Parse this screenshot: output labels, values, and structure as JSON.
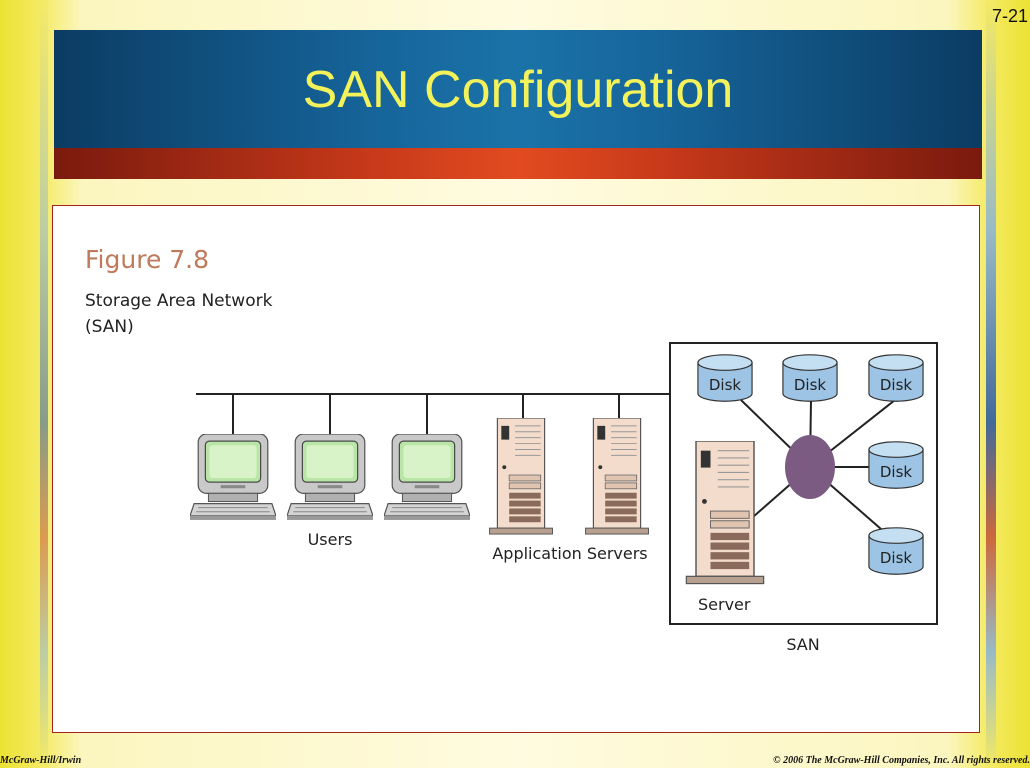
{
  "slide": {
    "number": "7-21",
    "title": "SAN Configuration"
  },
  "figure": {
    "label": "Figure 7.8",
    "caption_line1": "Storage Area Network",
    "caption_line2": "(SAN)",
    "users_label": "Users",
    "app_servers_label": "Application Servers",
    "server_label": "Server",
    "san_label": "SAN",
    "disk_label": "Disk",
    "disk_count": 5
  },
  "footer": {
    "left": "McGraw-Hill/Irwin",
    "right": "© 2006 The McGraw-Hill Companies, Inc. All rights reserved."
  },
  "colors": {
    "title_text": "#f3f25a",
    "figure_label": "#c0795a",
    "disk_fill": "#9dc4e4",
    "hub_fill": "#7b5b82",
    "server_fill": "#f3dccb",
    "screen_fill": "#b9e6a6"
  },
  "icons": [
    "monitor-icon",
    "server-tower-icon",
    "disk-cylinder-icon",
    "san-hub-icon"
  ]
}
